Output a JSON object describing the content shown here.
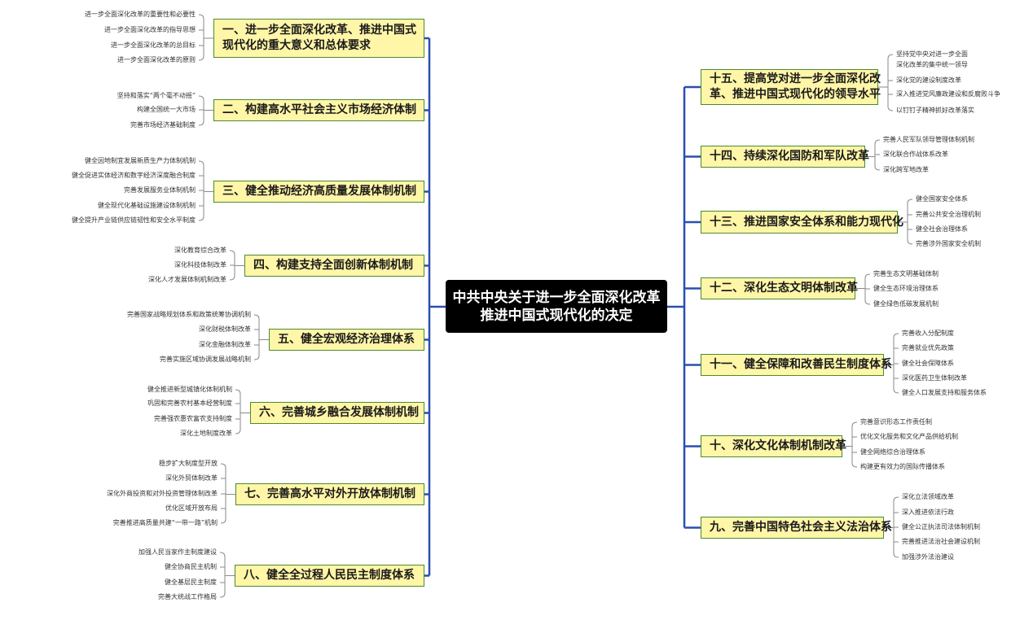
{
  "center": {
    "line1": "中共中央关于进一步全面深化改革",
    "line2": "推进中国式现代化的决定"
  },
  "left_branches": [
    {
      "title": [
        "一、进一步全面深化改革、推进中国式",
        "现代化的重大意义和总体要求"
      ],
      "items": [
        "进一步全面深化改革的重要性和必要性",
        "进一步全面深化改革的指导思想",
        "进一步全面深化改革的总目标",
        "进一步全面深化改革的原则"
      ]
    },
    {
      "title": [
        "二、构建高水平社会主义市场经济体制"
      ],
      "items": [
        "坚持和落实“两个毫不动摇”",
        "构建全国统一大市场",
        "完善市场经济基础制度"
      ]
    },
    {
      "title": [
        "三、健全推动经济高质量发展体制机制"
      ],
      "items": [
        "健全因地制宜发展新质生产力体制机制",
        "健全促进实体经济和数字经济深度融合制度",
        "完善发展服务业体制机制",
        "健全现代化基础设施建设体制机制",
        "健全提升产业链供应链韧性和安全水平制度"
      ]
    },
    {
      "title": [
        "四、构建支持全面创新体制机制"
      ],
      "items": [
        "深化教育综合改革",
        "深化科技体制改革",
        "深化人才发展体制机制改革"
      ]
    },
    {
      "title": [
        "五、健全宏观经济治理体系"
      ],
      "items": [
        "完善国家战略规划体系和政策统筹协调机制",
        "深化财税体制改革",
        "深化金融体制改革",
        "完善实施区域协调发展战略机制"
      ]
    },
    {
      "title": [
        "六、完善城乡融合发展体制机制"
      ],
      "items": [
        "健全推进新型城镇化体制机制",
        "巩固和完善农村基本经营制度",
        "完善强农惠农富农支持制度",
        "深化土地制度改革"
      ]
    },
    {
      "title": [
        "七、完善高水平对外开放体制机制"
      ],
      "items": [
        "稳步扩大制度型开放",
        "深化外贸体制改革",
        "深化外商投资和对外投资管理体制改革",
        "优化区域开放布局",
        "完善推进高质量共建“一带一路”机制"
      ]
    },
    {
      "title": [
        "八、健全全过程人民民主制度体系"
      ],
      "items": [
        "加强人民当家作主制度建设",
        "健全协商民主机制",
        "健全基层民主制度",
        "完善大统战工作格局"
      ]
    }
  ],
  "right_branches": [
    {
      "title": [
        "十五、提高党对进一步全面深化改",
        "革、推进中国式现代化的领导水平"
      ],
      "items": [
        "坚持党中央对进一步全面",
        "深化改革的集中统一领导",
        "深化党的建设制度改革",
        "深入推进党风廉政建设和反腐败斗争",
        "以钉钉子精神抓好改革落实"
      ]
    },
    {
      "title": [
        "十四、持续深化国防和军队改革"
      ],
      "items": [
        "完善人民军队领导管理体制机制",
        "深化联合作战体系改革",
        "深化跨军地改革"
      ]
    },
    {
      "title": [
        "十三、推进国家安全体系和能力现代化"
      ],
      "items": [
        "健全国家安全体系",
        "完善公共安全治理机制",
        "健全社会治理体系",
        "完善涉外国家安全机制"
      ]
    },
    {
      "title": [
        "十二、深化生态文明体制改革"
      ],
      "items": [
        "完善生态文明基础体制",
        "健全生态环境治理体系",
        "健全绿色低碳发展机制"
      ]
    },
    {
      "title": [
        "十一、健全保障和改善民生制度体系"
      ],
      "items": [
        "完善收入分配制度",
        "完善就业优先政策",
        "健全社会保障体系",
        "深化医药卫生体制改革",
        "健全人口发展支持和服务体系"
      ]
    },
    {
      "title": [
        "十、深化文化体制机制改革"
      ],
      "items": [
        "完善意识形态工作责任制",
        "优化文化服务和文化产品供给机制",
        "健全网络综合治理体系",
        "构建更有效力的国际传播体系"
      ]
    },
    {
      "title": [
        "九、完善中国特色社会主义法治体系"
      ],
      "items": [
        "深化立法领域改革",
        "深入推进依法行政",
        "健全公正执法司法体制机制",
        "完善推进法治社会建设机制",
        "加强涉外法治建设"
      ]
    }
  ],
  "colors": {
    "trunk": "#2b4fb0",
    "leaf_line": "#8a8a8a",
    "branch_fill": "#fff6a8",
    "branch_border": "#4d8a2e",
    "center_fill": "#000000"
  }
}
